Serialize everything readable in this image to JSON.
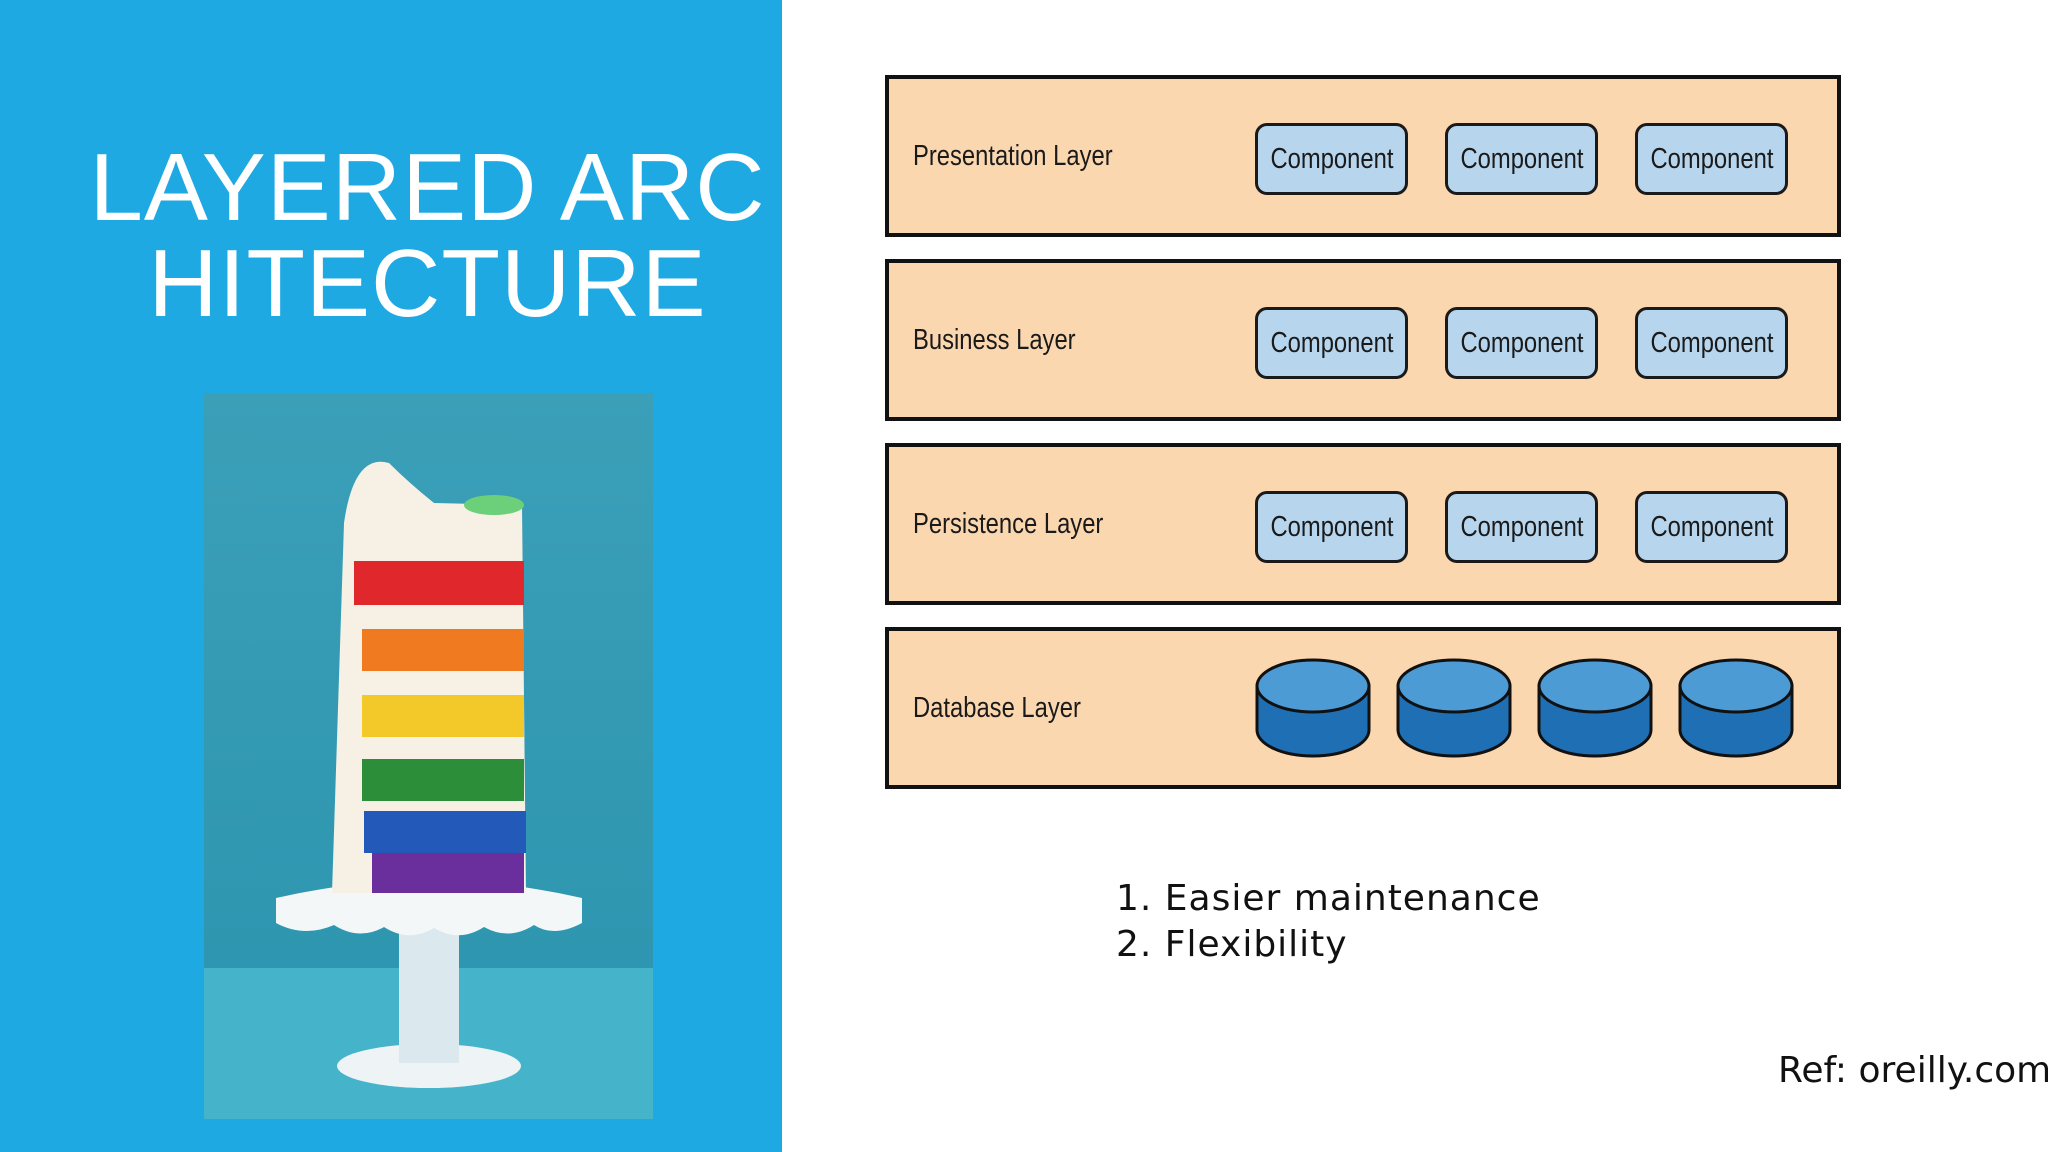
{
  "slide": {
    "title": "LAYERED ARCHITECTURE",
    "background_color": "#1fa9e3",
    "photo": {
      "icon": "layered-cake-photo"
    }
  },
  "diagram": {
    "layers": [
      {
        "label": "Presentation Layer",
        "components": [
          "Component",
          "Component",
          "Component"
        ]
      },
      {
        "label": "Business Layer",
        "components": [
          "Component",
          "Component",
          "Component"
        ]
      },
      {
        "label": "Persistence Layer",
        "components": [
          "Component",
          "Component",
          "Component"
        ]
      },
      {
        "label": "Database Layer",
        "databases": [
          "database-icon",
          "database-icon",
          "database-icon",
          "database-icon"
        ]
      }
    ],
    "colors": {
      "layer_fill": "#fbd7b0",
      "component_fill": "#b7d6ee",
      "database_fill": "#4d9bd5"
    }
  },
  "benefits": [
    "1. Easier maintenance",
    "2. Flexibility"
  ],
  "reference": "Ref: oreilly.com"
}
